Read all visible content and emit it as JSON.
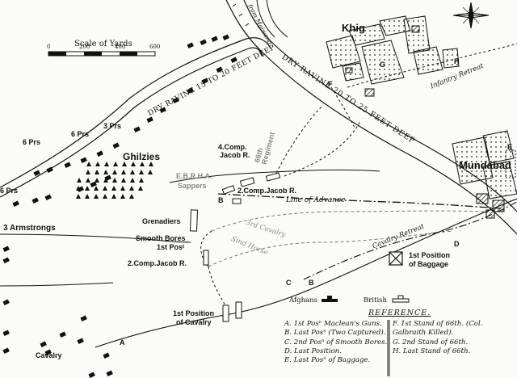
{
  "scale": {
    "title": "Scale of Yards",
    "ticks": [
      "0",
      "200",
      "400",
      "600"
    ]
  },
  "places": {
    "khig": "Khig",
    "mundabad": "Mundabad",
    "ghilzies": "Ghilzies"
  },
  "ravines": {
    "left": "DRY RAVINE 15 TO 20 FEET DEEP",
    "right": "DRY RAVINE 20 TO 25 FEET DEEP",
    "from_maiwand": "from Maiwand"
  },
  "artillery": {
    "prs6_a": "6 Prs",
    "prs6_b": "6 Prs",
    "prs3": "3 Prs",
    "prs6_c": "6 Prs",
    "armstrongs": "3 Armstrongs"
  },
  "troops": {
    "regiment66": "66th Regiment",
    "jacob_r4_a": "4.Comp.",
    "jacob_r4_b": "Jacob R.",
    "ebrha": "E.B.R.H.A.",
    "sappers": "Sappers",
    "jacob_r2_top": "2.Comp.Jacob R.",
    "grenadiers": "Grenadiers",
    "smooth_bores": "Smooth Bores",
    "first_post": "1st Posᵗ",
    "jacob_r2_bottom": "2.Comp.Jacob R.",
    "cavalry_pos_a": "1st Position",
    "cavalry_pos_b": "of Cavalry",
    "cavalry": "Cavalry"
  },
  "routes": {
    "line_of_advance": "Line of Advance",
    "third_cavalry": "3rd Cavalry",
    "sind_horse": "Sind Horse",
    "cavalry_retreat": "Cavalry Retreat",
    "infantry_retreat": "Infantry Retreat"
  },
  "baggage": {
    "line1": "1st Position",
    "line2": "of Baggage"
  },
  "markers": {
    "A": "A",
    "B_top": "B",
    "B_bottom": "B",
    "C": "C",
    "D": "D",
    "E": "E",
    "F": "F",
    "G": "G",
    "H": "H"
  },
  "legend": {
    "afghans": "Afghans",
    "british": "British"
  },
  "reference": {
    "title": "REFERENCE.",
    "left": [
      "A. 1st Posⁿ Maclean's Guns.",
      "B. Last Posⁿ (Two Captured).",
      "C. 2nd Posⁿ of Smooth Bores.",
      "D. Last Position.",
      "E. Last Posⁿ of Baggage."
    ],
    "right": [
      "F. 1st Stand of 66th. (Col.",
      "   Galbraith Killed).",
      "G. 2nd Stand of 66th.",
      "H. Last Stand of 66th."
    ]
  },
  "colors": {
    "ink": "#111111",
    "grey_troops": "#888888",
    "paper": "#fbfbf8"
  },
  "icons": [
    "compass-rose-icon",
    "afghan-gun-icon",
    "british-gun-icon",
    "baggage-box-icon",
    "tree-icon"
  ]
}
